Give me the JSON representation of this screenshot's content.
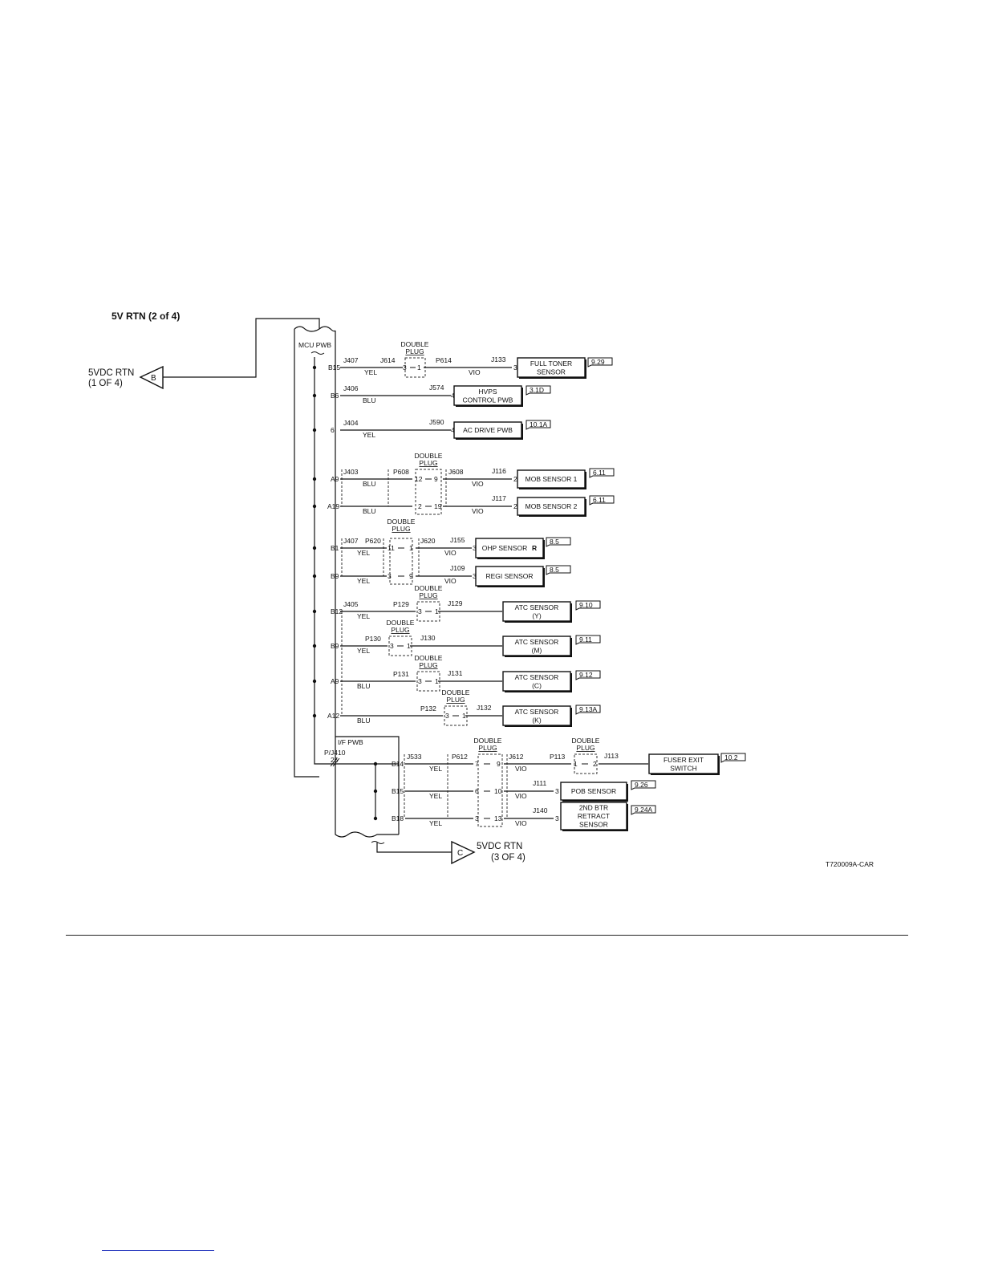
{
  "title": "5V RTN (2 of 4)",
  "offpage_in": {
    "letter": "B",
    "line1": "5VDC RTN",
    "line2": "(1 OF 4)"
  },
  "offpage_out": {
    "letter": "C",
    "line1": "5VDC RTN",
    "line2": "(3 OF 4)"
  },
  "mcu_label": "MCU PWB",
  "if_label": "I/F PWB",
  "pj_label": "P/J410",
  "pj_pin": "25",
  "double_plug": [
    "DOUBLE",
    "PLUG"
  ],
  "footer_code": "T720009A-CAR",
  "circuits": [
    {
      "pin": "B15",
      "j1": "J407",
      "color": "YEL",
      "p1": "J614",
      "dp": [
        "3",
        "1"
      ],
      "p2": "P614",
      "color2": "VIO",
      "jc": "J133",
      "cpin": "3",
      "comp": [
        "FULL TONER",
        "SENSOR"
      ],
      "ref": "9.29"
    },
    {
      "pin": "B6",
      "j1": "J406",
      "color": "BLU",
      "jc": "J574",
      "cpin": "4",
      "comp": [
        "HVPS",
        "CONTROL PWB"
      ],
      "ref": "3.1D"
    },
    {
      "pin": "6",
      "j1": "J404",
      "color": "YEL",
      "jc": "J590",
      "cpin": "4",
      "comp": [
        "AC DRIVE PWB"
      ],
      "ref": "10.1A"
    },
    {
      "pin": "A9",
      "j1": "J403",
      "p1": "P608",
      "color": "BLU",
      "dp": [
        "12",
        "9"
      ],
      "p2": "J608",
      "color2": "VIO",
      "jc": "J116",
      "cpin": "2",
      "comp": [
        "MOB SENSOR 1"
      ],
      "ref": "6.11"
    },
    {
      "pin": "A19",
      "color": "BLU",
      "dp": [
        "2",
        "19"
      ],
      "color2": "VIO",
      "jc": "J117",
      "cpin": "2",
      "comp": [
        "MOB SENSOR 2"
      ],
      "ref": "6.11"
    },
    {
      "pin": "B1",
      "j1": "J407",
      "p1": "P620",
      "color": "YEL",
      "dp": [
        "11",
        "1"
      ],
      "p2": "J620",
      "color2": "VIO",
      "jc": "J155",
      "cpin": "3",
      "comp": [
        "OHP SENSOR"
      ],
      "mark": "R",
      "ref": "8.5"
    },
    {
      "pin": "B9",
      "color": "YEL",
      "dp": [
        "3",
        "9"
      ],
      "color2": "VIO",
      "jc": "J109",
      "cpin": "3",
      "comp": [
        "REGI SENSOR"
      ],
      "ref": "8.5"
    },
    {
      "pin": "B12",
      "j1": "J405",
      "p1": "P129",
      "color": "YEL",
      "dp": [
        "3",
        "1"
      ],
      "jc": "J129",
      "comp": [
        "ATC SENSOR",
        "(Y)"
      ],
      "ref": "9.10"
    },
    {
      "pin": "B9",
      "p1": "P130",
      "color": "YEL",
      "dp": [
        "3",
        "1"
      ],
      "jc": "J130",
      "comp": [
        "ATC SENSOR",
        "(M)"
      ],
      "ref": "9.11"
    },
    {
      "pin": "A9",
      "p1": "P131",
      "color": "BLU",
      "dp": [
        "3",
        "1"
      ],
      "jc": "J131",
      "comp": [
        "ATC SENSOR",
        "(C)"
      ],
      "ref": "9.12"
    },
    {
      "pin": "A12",
      "p1": "P132",
      "color": "BLU",
      "dp": [
        "3",
        "1"
      ],
      "jc": "J132",
      "comp": [
        "ATC SENSOR",
        "(K)"
      ],
      "ref": "9.13A"
    }
  ],
  "if_circuits": [
    {
      "pin": "B14",
      "j1": "J533",
      "p1": "P612",
      "color": "YEL",
      "dp": [
        "7",
        "9"
      ],
      "p2": "J612",
      "color2": "VIO",
      "p3": "P113",
      "dp2": [
        "1",
        "2"
      ],
      "jc": "J113",
      "comp": [
        "FUSER EXIT",
        "SWITCH"
      ],
      "ref": "10.2"
    },
    {
      "pin": "B15",
      "color": "YEL",
      "dp": [
        "6",
        "10"
      ],
      "color2": "VIO",
      "jc": "J111",
      "cpin": "3",
      "comp": [
        "POB SENSOR"
      ],
      "ref": "9.26"
    },
    {
      "pin": "B18",
      "color": "YEL",
      "dp": [
        "3",
        "13"
      ],
      "color2": "VIO",
      "jc": "J140",
      "cpin": "3",
      "comp": [
        "2ND BTR",
        "RETRACT",
        "SENSOR"
      ],
      "ref": "9.24A"
    }
  ]
}
